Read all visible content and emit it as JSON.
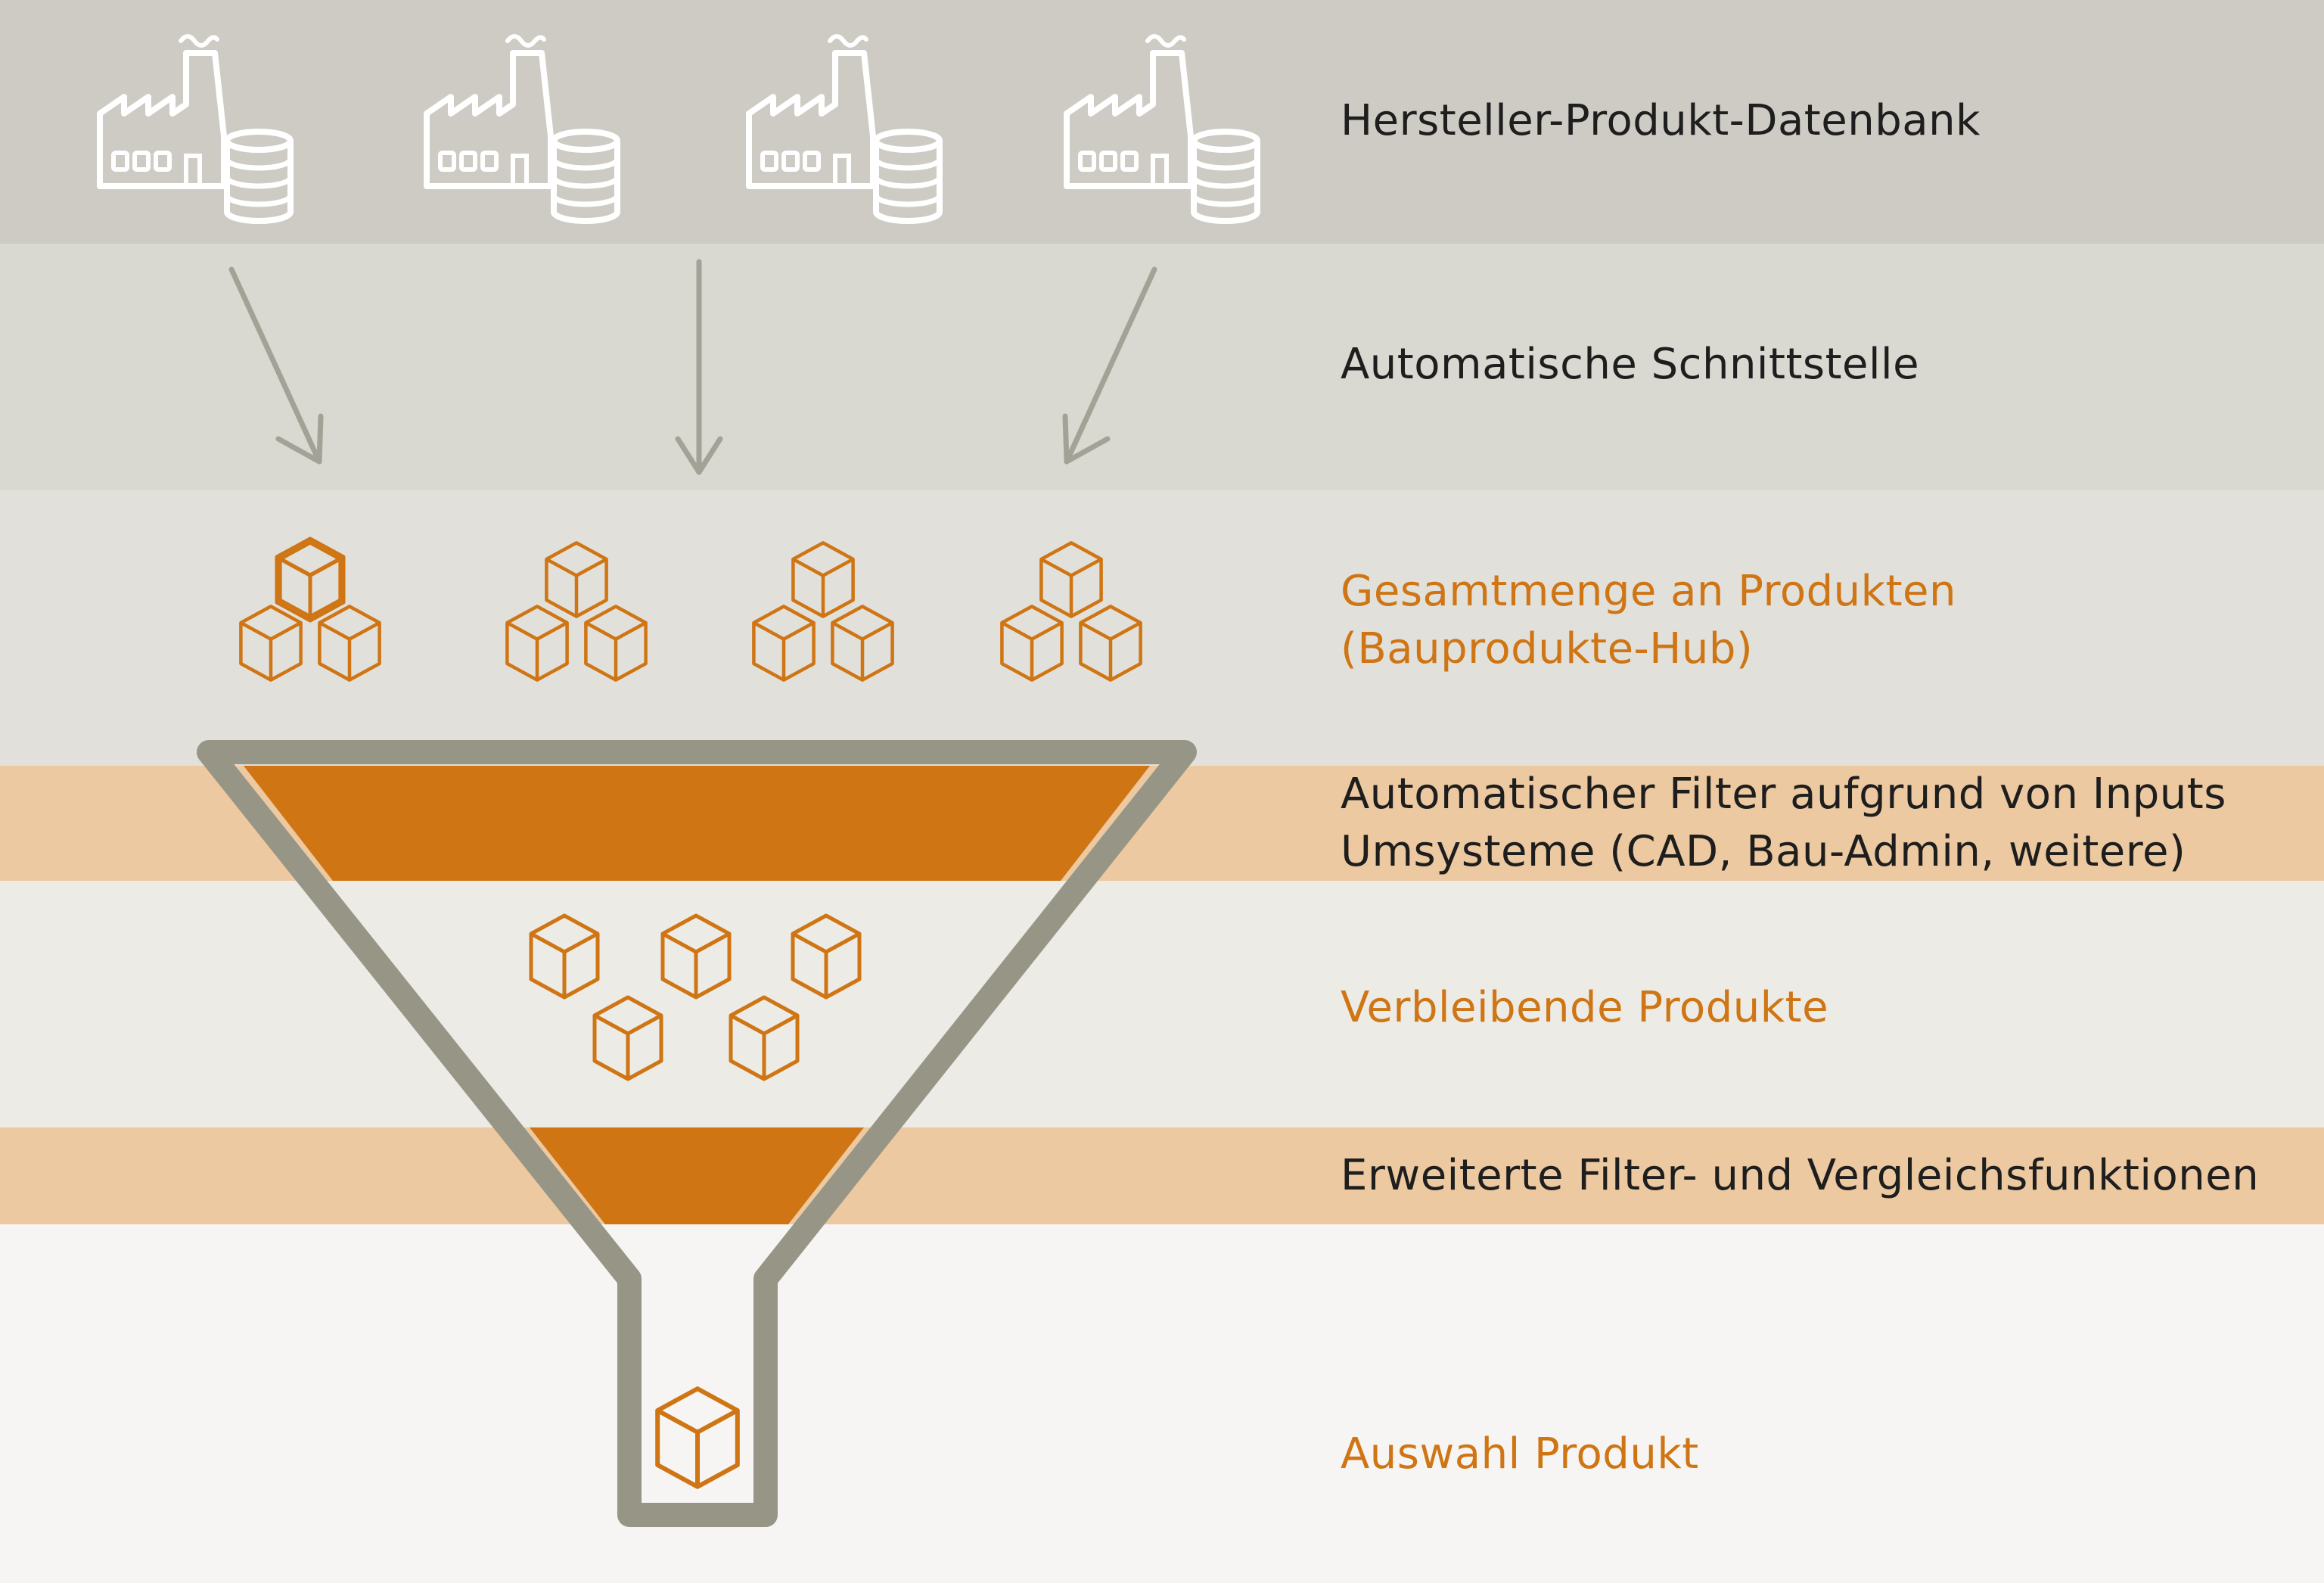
{
  "colors": {
    "band_database": "#cdcbc3",
    "band_interface": "#d9d8d1",
    "band_total": "#e1e0da",
    "band_filter": "#ecc9a0",
    "band_remaining": "#ecebe6",
    "band_selection": "#f6f5f3",
    "funnel_stroke": "#979585",
    "funnel_fill": "#cf7514",
    "arrow": "#a3a296",
    "icon_white": "#ffffff",
    "cube_orange": "#cf7514",
    "text_dark": "#1e1e1e",
    "text_orange": "#cf7514"
  },
  "icons": {
    "factory_database": "factory-database-icon",
    "arrow": "arrow-down-icon",
    "cube": "cube-icon"
  },
  "layers": [
    {
      "id": "database",
      "lines": [
        "Hersteller-Produkt-Datenbank"
      ],
      "text_color": "text_dark"
    },
    {
      "id": "interface",
      "lines": [
        "Automatische Schnittstelle"
      ],
      "text_color": "text_dark"
    },
    {
      "id": "total",
      "lines": [
        "Gesamtmenge an Produkten",
        "(Bauprodukte-Hub)"
      ],
      "text_color": "text_orange"
    },
    {
      "id": "auto-filter",
      "lines": [
        "Automatischer Filter aufgrund von Inputs",
        "Umsysteme (CAD, Bau-Admin, weitere)"
      ],
      "text_color": "text_dark"
    },
    {
      "id": "remaining",
      "lines": [
        "Verbleibende Produkte"
      ],
      "text_color": "text_orange"
    },
    {
      "id": "extended-filter",
      "lines": [
        "Erweiterte Filter- und Vergleichsfunktionen"
      ],
      "text_color": "text_dark"
    },
    {
      "id": "selection",
      "lines": [
        "Auswahl Produkt"
      ],
      "text_color": "text_orange"
    }
  ],
  "counts": {
    "factories": 4,
    "arrows": 3,
    "cube_stacks": 4,
    "cubes_per_stack": 3,
    "remaining_cubes": 5,
    "selected_cubes": 1
  }
}
